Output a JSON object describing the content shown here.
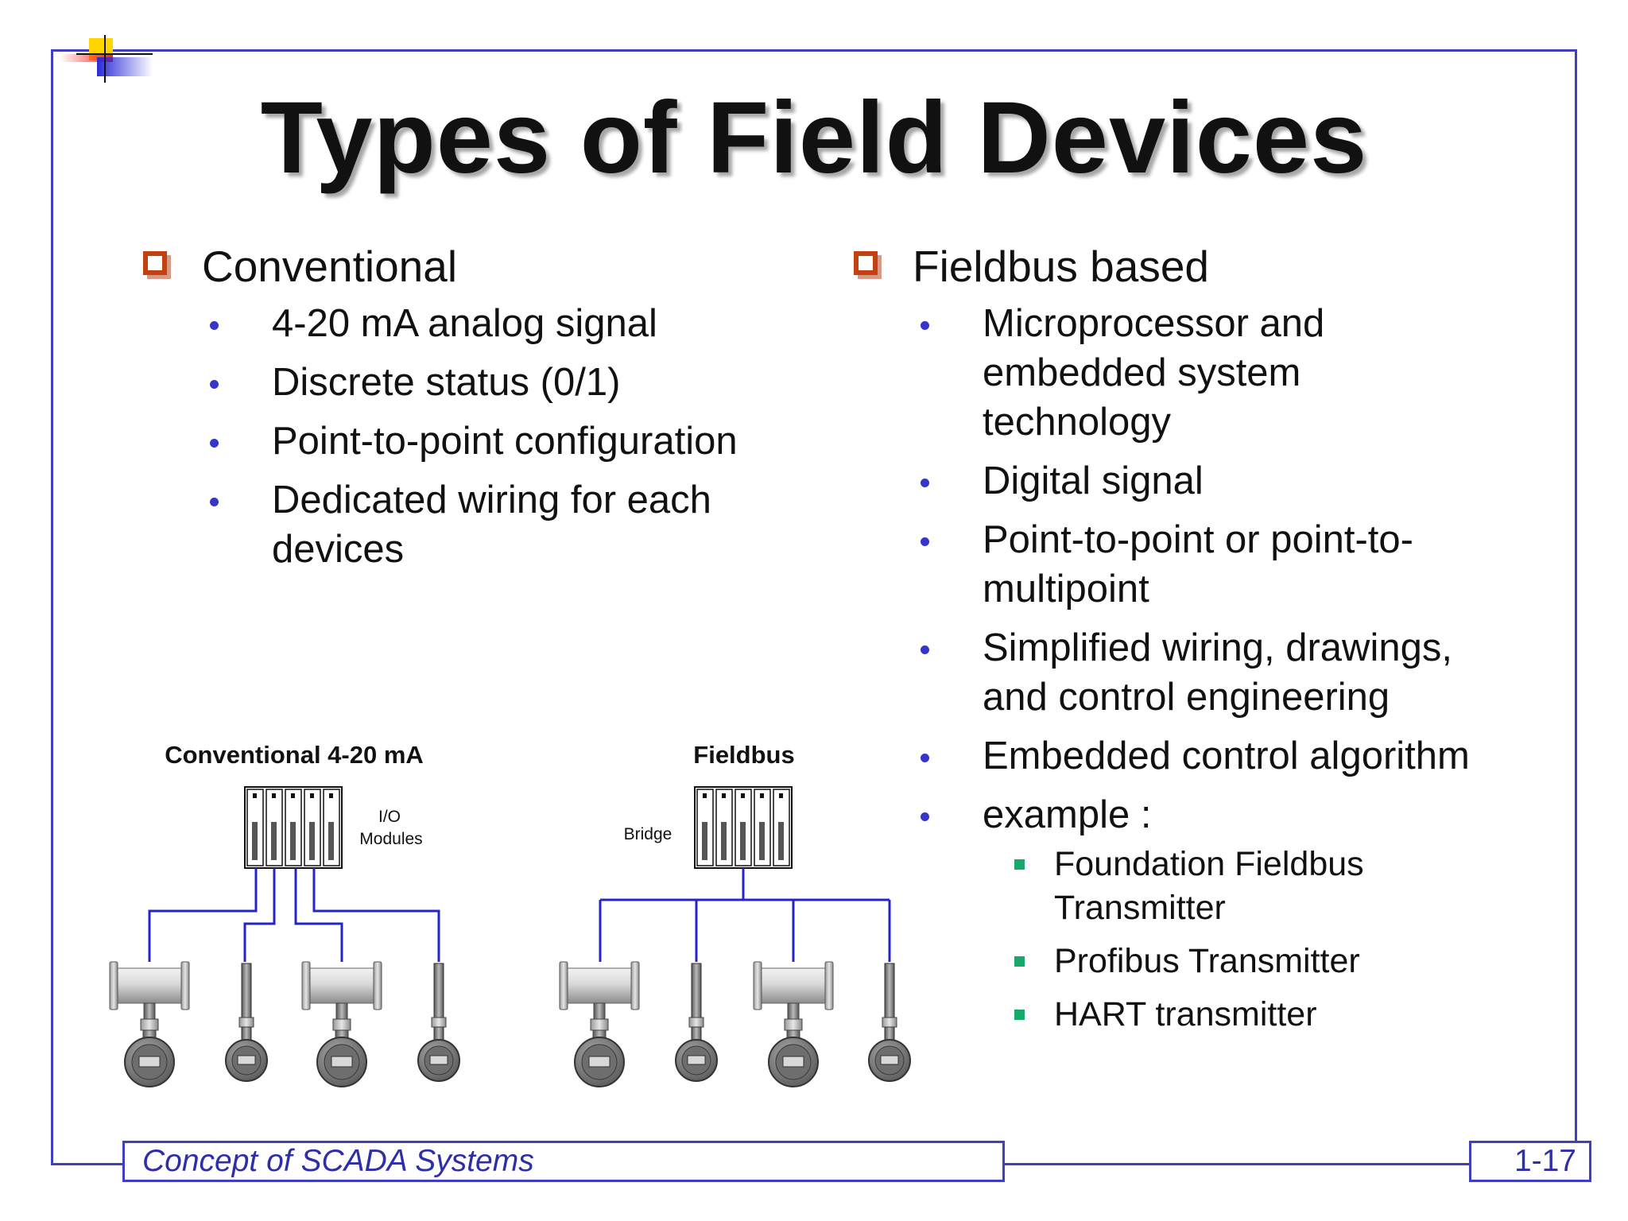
{
  "slide": {
    "title": "Types of Field Devices",
    "left": {
      "heading": "Conventional",
      "bullets": [
        "4-20 mA analog signal",
        "Discrete status (0/1)",
        "Point-to-point configuration",
        "Dedicated wiring for each devices"
      ]
    },
    "right": {
      "heading": "Fieldbus based",
      "bullets": [
        "Microprocessor and embedded system technology",
        "Digital signal",
        "Point-to-point or point-to-multipoint",
        "Simplified wiring, drawings, and control engineering",
        "Embedded control algorithm",
        "example :"
      ],
      "examples": [
        "Foundation Fieldbus Transmitter",
        "Profibus Transmitter",
        "HART transmitter"
      ]
    }
  },
  "diagram": {
    "conventional_label": "Conventional 4-20 mA",
    "io_label_line1": "I/O",
    "io_label_line2": "Modules",
    "fieldbus_label": "Fieldbus",
    "bridge_label": "Bridge",
    "wire_color": "#2424c8"
  },
  "footer": {
    "course": "Concept of SCADA Systems",
    "page": "1-17"
  },
  "colors": {
    "frame": "#3f3fc0",
    "level1_marker": "#c4410f",
    "level2_bullet": "#3535c9",
    "level3_bullet": "#1aa86a"
  }
}
